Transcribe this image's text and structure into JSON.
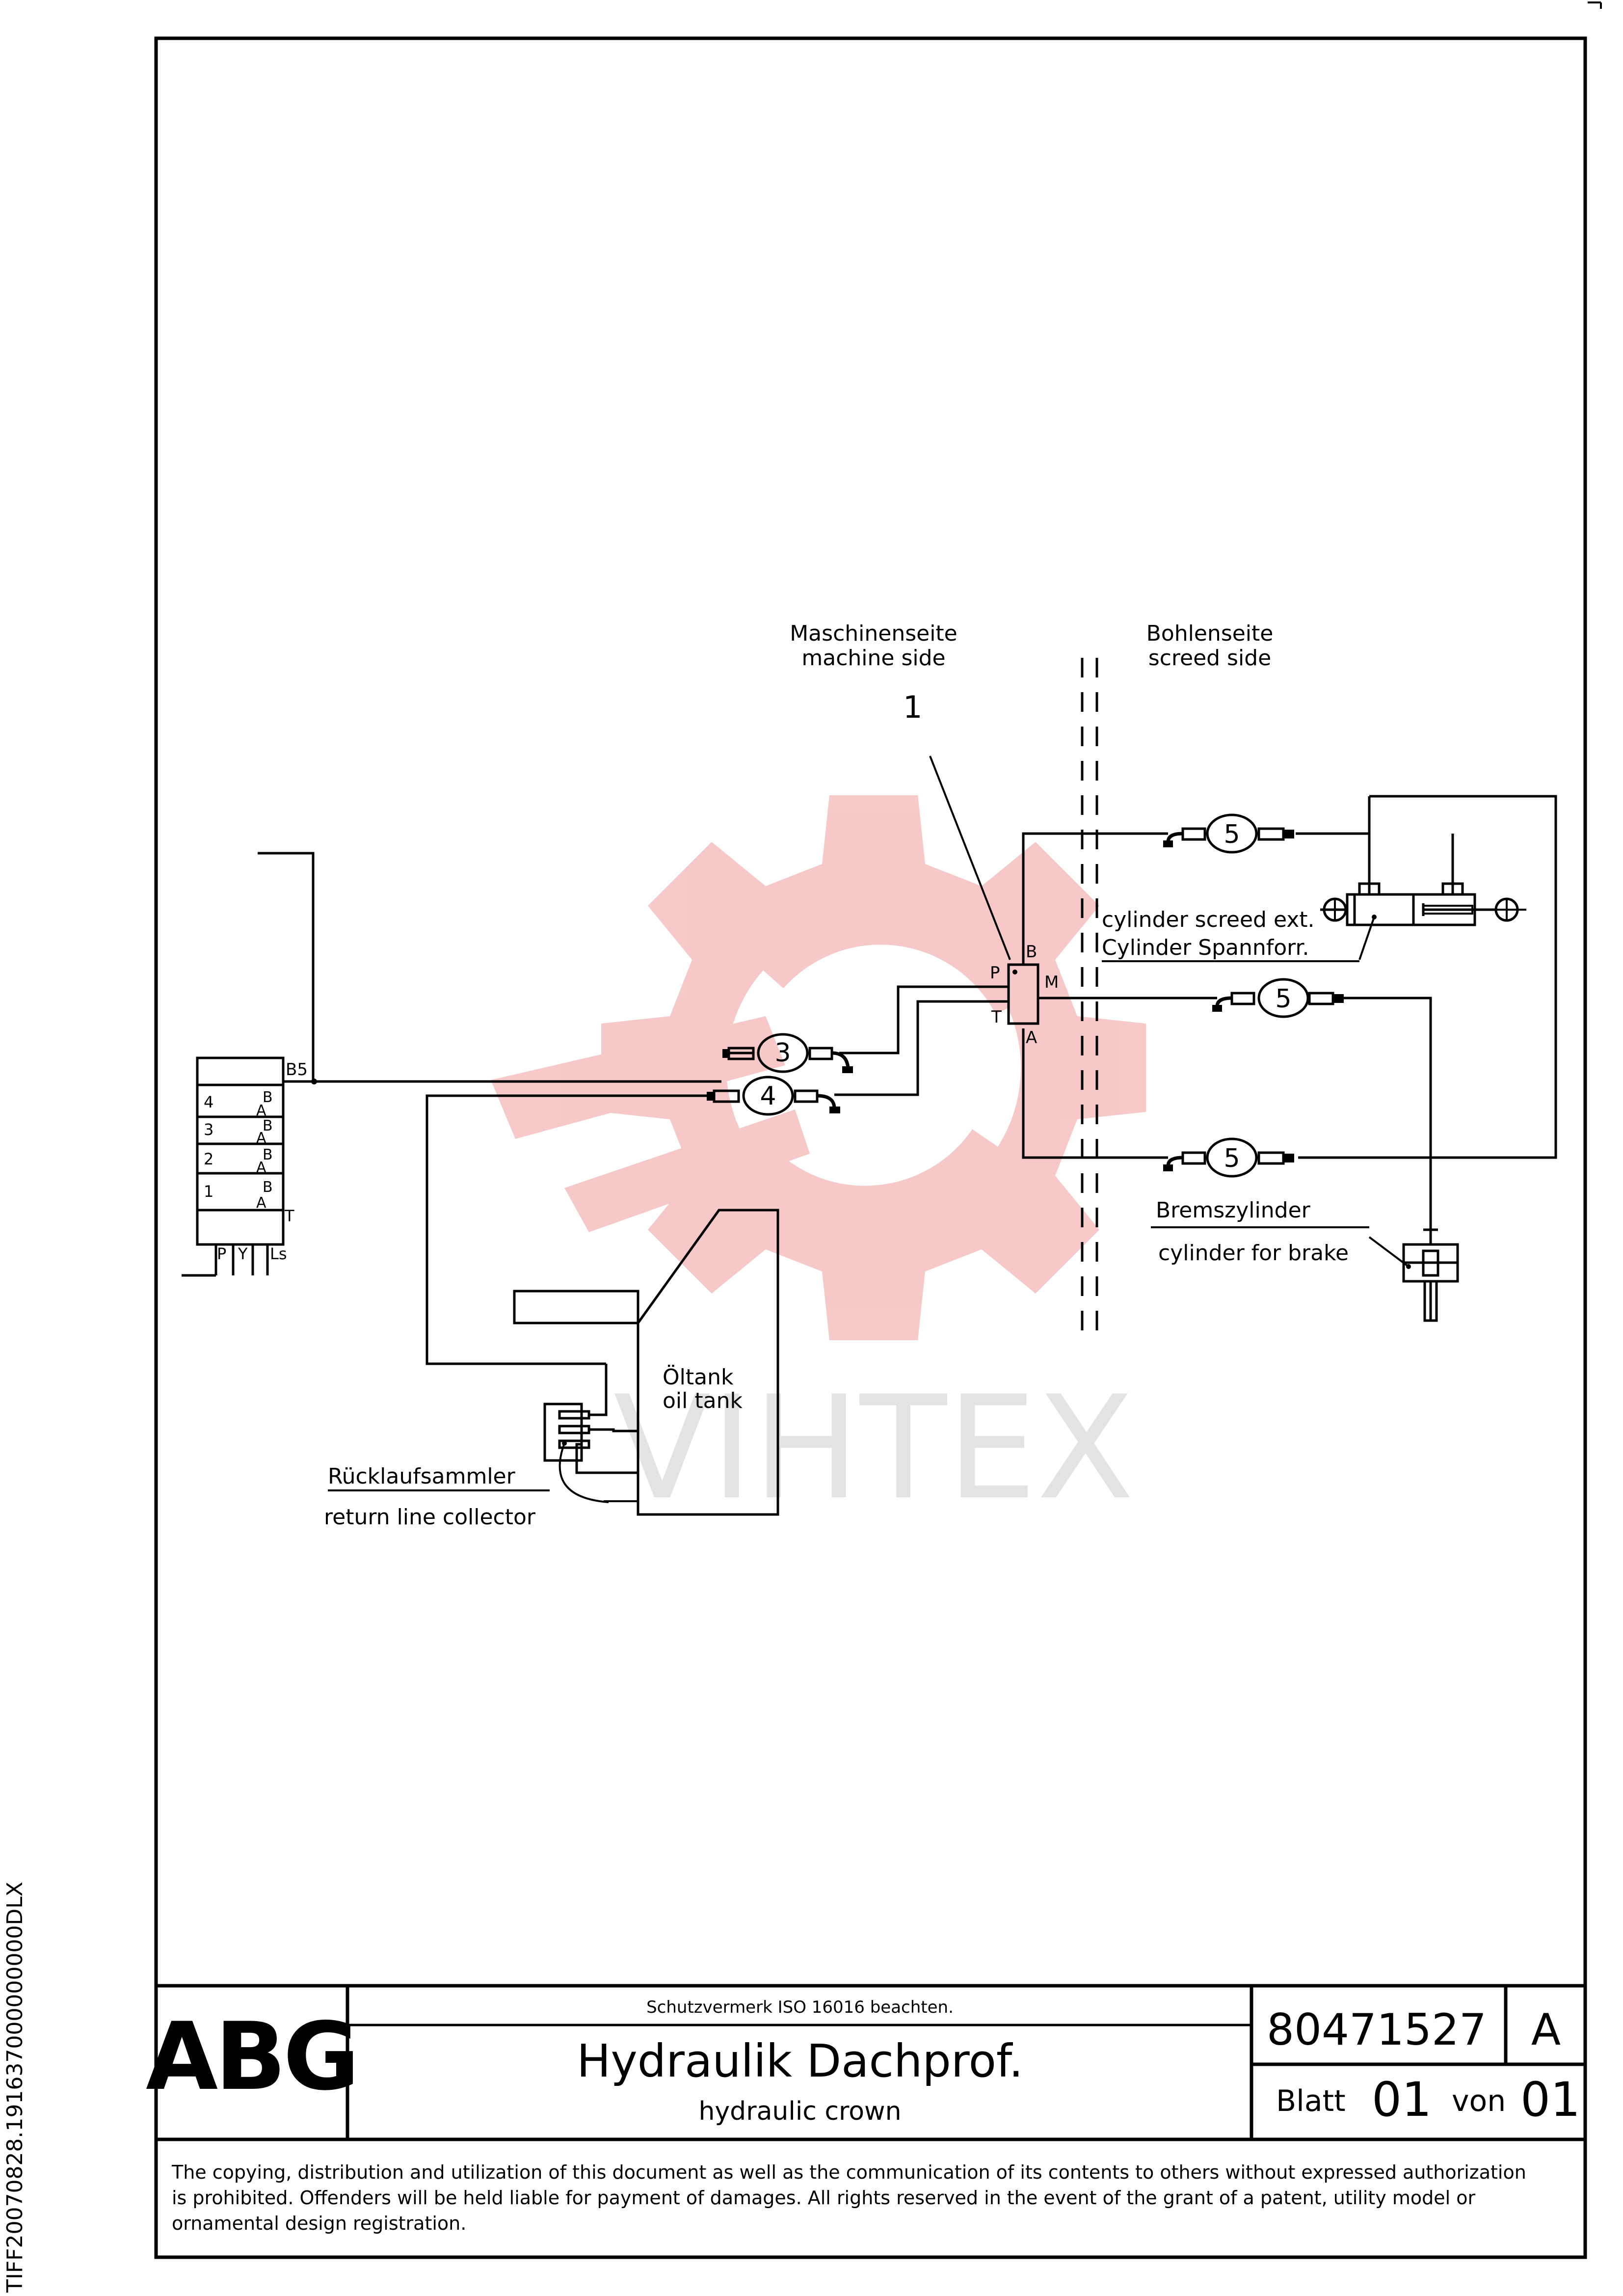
{
  "side_code": "TIFF20070828.191637000000000DLX",
  "labels": {
    "machine_side_de": "Maschinenseite",
    "machine_side_en": "machine side",
    "screed_side_de": "Bohlenseite",
    "screed_side_en": "screed side",
    "item_1": "1",
    "cyl_screed_en": "cylinder screed ext.",
    "cyl_screed_de": "Cylinder Spannforr.",
    "brake_de": "Bremszylinder",
    "brake_en": "cylinder for brake",
    "tank_de": "Öltank",
    "tank_en": "oil tank",
    "collector_de": "Rücklaufsammler",
    "collector_en": "return line collector"
  },
  "valve_block": {
    "port_top": "B5",
    "sections": [
      {
        "num": "4",
        "b": "B",
        "a": "A"
      },
      {
        "num": "3",
        "b": "B",
        "a": "A"
      },
      {
        "num": "2",
        "b": "B",
        "a": "A"
      },
      {
        "num": "1",
        "b": "B",
        "a": "A"
      }
    ],
    "port_t": "T",
    "bottom_ports": [
      "P",
      "Y",
      "Ls"
    ]
  },
  "junction_ports": {
    "p": "P",
    "b": "B",
    "m": "M",
    "t": "T",
    "a": "A"
  },
  "hoses": [
    "3",
    "4",
    "5",
    "5",
    "5"
  ],
  "watermark": "VIHTEX",
  "title_block": {
    "logo": "ABG",
    "protection_note": "Schutzvermerk ISO 16016 beachten.",
    "title_de": "Hydraulik Dachprof.",
    "title_en": "hydraulic crown",
    "drawing_number": "80471527",
    "revision": "A",
    "sheet_label": "Blatt",
    "sheet_num": "01",
    "of_label": "von",
    "sheet_total": "01"
  },
  "copyright_lines": [
    "The copying, distribution and utilization of this document as well as the communication of its contents to others without expressed authorization",
    "is prohibited. Offenders will be held liable for payment of damages. All rights reserved in the event of the grant of a patent, utility model or",
    "ornamental design registration."
  ],
  "colors": {
    "watermark_gear": "#f7c3c3",
    "watermark_text": "#e3e3e3",
    "ink": "#000000"
  }
}
